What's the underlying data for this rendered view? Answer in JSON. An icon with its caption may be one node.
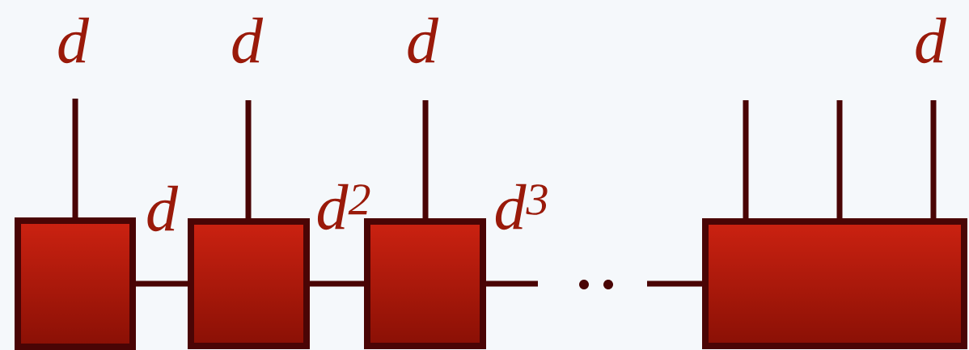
{
  "diagram": {
    "nodes": [
      {
        "text": [],
        "shape": "box"
      },
      {
        "text": [],
        "shape": "box"
      },
      {
        "text": [],
        "shape": "box"
      },
      {
        "text": [],
        "shape": "box"
      }
    ],
    "edges": [
      {
        "from": null,
        "to": 0,
        "arrow": "none",
        "label": "d"
      },
      {
        "from": null,
        "to": 1,
        "arrow": "none",
        "label": "d"
      },
      {
        "from": null,
        "to": 2,
        "arrow": "none",
        "label": "d"
      },
      {
        "from": null,
        "to": 3,
        "arrow": "none"
      },
      {
        "from": null,
        "to": 3,
        "arrow": "none"
      },
      {
        "from": null,
        "to": 3,
        "arrow": "none",
        "label": "d"
      },
      {
        "from": 0,
        "to": 1,
        "arrow": "none",
        "label": "d"
      },
      {
        "from": 1,
        "to": 2,
        "arrow": "none",
        "label": "d$^{2}$"
      },
      {
        "from": 2,
        "to": null,
        "arrow": "none",
        "label": "d$^{3}$"
      },
      {
        "from": null,
        "to": 3,
        "arrow": "none"
      }
    ]
  }
}
